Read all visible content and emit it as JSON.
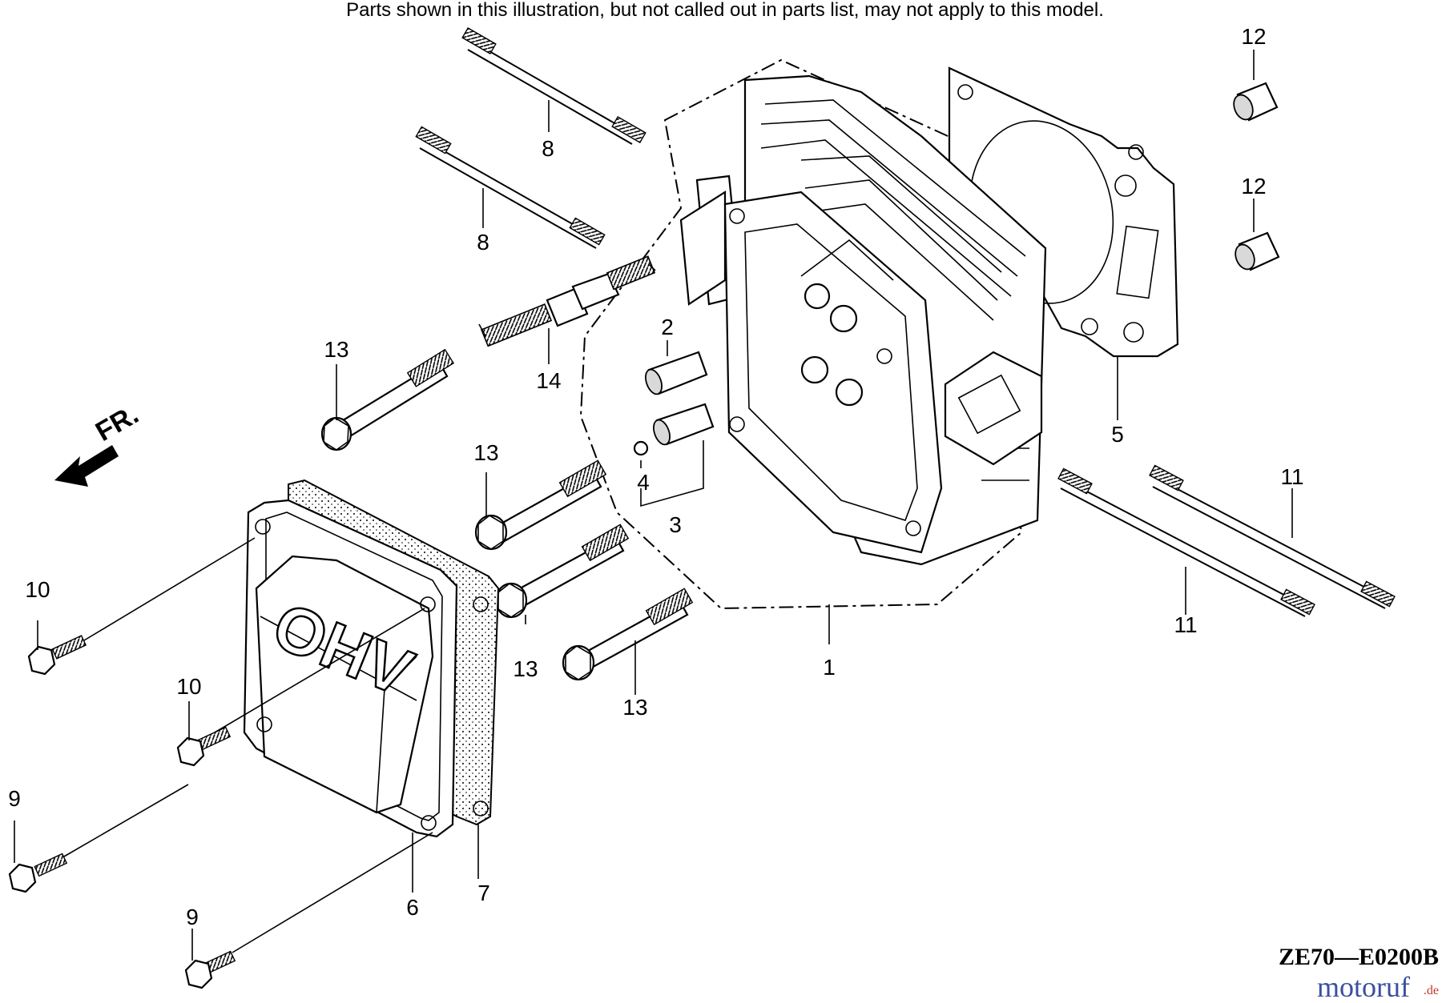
{
  "note": "Parts shown in this illustration, but not called out in parts list, may not apply to this model.",
  "front_marker": "FR.",
  "cover_lettering": "OHV",
  "drawing_code": "ZE70—E0200B",
  "watermark": {
    "main": "motoruf",
    "suffix": ".de",
    "color_main": "#3a4fa0",
    "color_suffix": "#c0392b"
  },
  "callouts": {
    "c1": "1",
    "c2": "2",
    "c3": "3",
    "c4": "4",
    "c5": "5",
    "c6": "6",
    "c7": "7",
    "c8a": "8",
    "c8b": "8",
    "c9a": "9",
    "c9b": "9",
    "c10a": "10",
    "c10b": "10",
    "c11a": "11",
    "c11b": "11",
    "c12a": "12",
    "c12b": "12",
    "c13a": "13",
    "c13b": "13",
    "c13c": "13",
    "c13d": "13",
    "c14": "14"
  }
}
